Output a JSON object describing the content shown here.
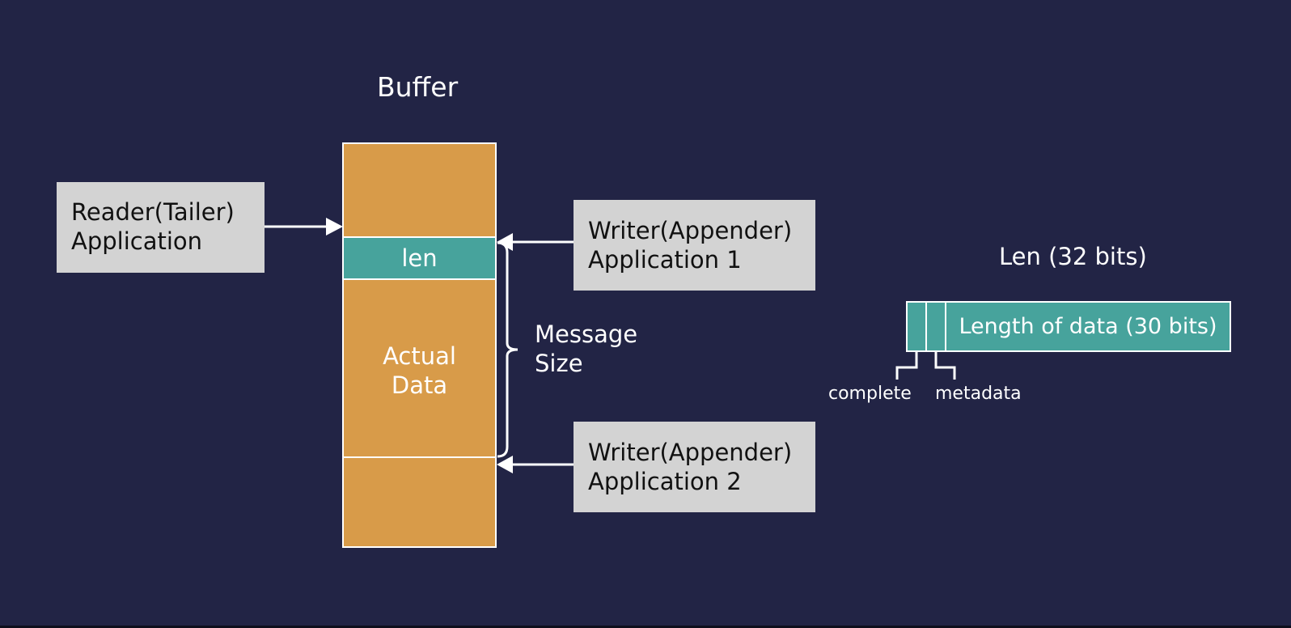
{
  "buffer": {
    "title": "Buffer",
    "len_label": "len",
    "data_label_line1": "Actual",
    "data_label_line2": "Data"
  },
  "reader": {
    "line1": "Reader(Tailer)",
    "line2": "Application"
  },
  "writer1": {
    "line1": "Writer(Appender)",
    "line2": "Application 1"
  },
  "writer2": {
    "line1": "Writer(Appender)",
    "line2": "Application 2"
  },
  "message_size": {
    "line1": "Message",
    "line2": "Size"
  },
  "len_layout": {
    "title": "Len (32 bits)",
    "data_field": "Length of data (30 bits)",
    "complete_label": "complete",
    "metadata_label": "metadata"
  },
  "colors": {
    "background": "#222445",
    "buffer": "#d89b49",
    "len": "#47a39c",
    "box": "#d3d3d3"
  }
}
